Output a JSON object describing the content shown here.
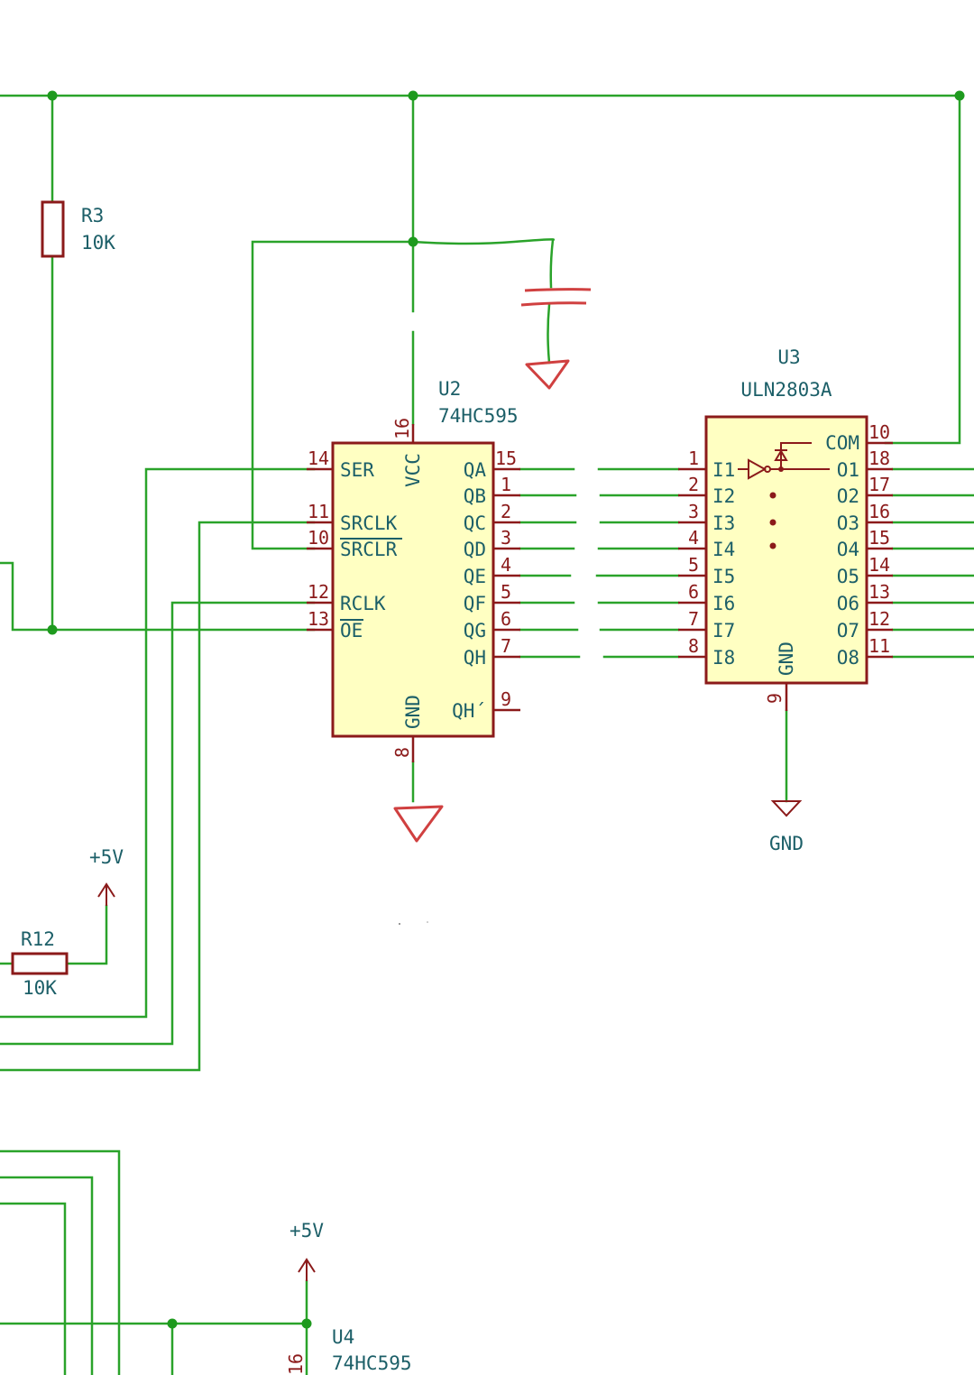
{
  "r3": {
    "ref": "R3",
    "value": "10K"
  },
  "r12": {
    "ref": "R12",
    "value": "10K"
  },
  "u2": {
    "ref": "U2",
    "value": "74HC595",
    "top_pin": {
      "num": "16",
      "name": "VCC"
    },
    "bottom_pin": {
      "num": "8",
      "name": "GND"
    },
    "left_pins": [
      {
        "num": "14",
        "name": "SER",
        "over": false
      },
      {
        "num": "11",
        "name": "SRCLK",
        "over": false
      },
      {
        "num": "10",
        "name": "SRCLR",
        "over": true
      },
      {
        "num": "12",
        "name": "RCLK",
        "over": false
      },
      {
        "num": "13",
        "name": "OE",
        "over": true
      }
    ],
    "right_pins": [
      {
        "num": "15",
        "name": "QA"
      },
      {
        "num": "1",
        "name": "QB"
      },
      {
        "num": "2",
        "name": "QC"
      },
      {
        "num": "3",
        "name": "QD"
      },
      {
        "num": "4",
        "name": "QE"
      },
      {
        "num": "5",
        "name": "QF"
      },
      {
        "num": "6",
        "name": "QG"
      },
      {
        "num": "7",
        "name": "QH"
      },
      {
        "num": "9",
        "name": "QH´"
      }
    ]
  },
  "u3": {
    "ref": "U3",
    "value": "ULN2803A",
    "com_pin": {
      "num": "10",
      "name": "COM"
    },
    "gnd_pin": {
      "num": "9",
      "name": "GND"
    },
    "left_pins": [
      {
        "num": "1",
        "name": "I1"
      },
      {
        "num": "2",
        "name": "I2"
      },
      {
        "num": "3",
        "name": "I3"
      },
      {
        "num": "4",
        "name": "I4"
      },
      {
        "num": "5",
        "name": "I5"
      },
      {
        "num": "6",
        "name": "I6"
      },
      {
        "num": "7",
        "name": "I7"
      },
      {
        "num": "8",
        "name": "I8"
      }
    ],
    "right_pins": [
      {
        "num": "18",
        "name": "O1"
      },
      {
        "num": "17",
        "name": "O2"
      },
      {
        "num": "16",
        "name": "O3"
      },
      {
        "num": "15",
        "name": "O4"
      },
      {
        "num": "14",
        "name": "O5"
      },
      {
        "num": "13",
        "name": "O6"
      },
      {
        "num": "12",
        "name": "O7"
      },
      {
        "num": "11",
        "name": "O8"
      }
    ]
  },
  "power": {
    "vcc_label_1": "+5V",
    "vcc_label_2": "+5V",
    "gnd_label": "GND"
  },
  "u4": {
    "ref": "U4",
    "value": "74HC595",
    "pin16": "16"
  }
}
